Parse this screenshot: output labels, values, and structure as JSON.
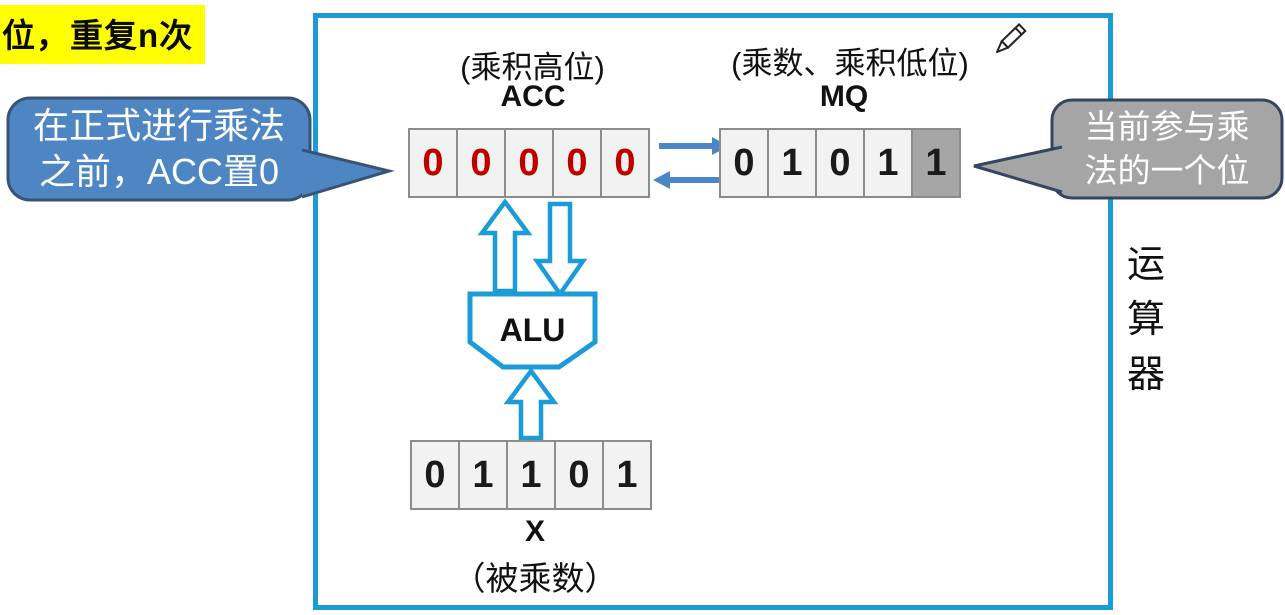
{
  "note": {
    "text": "位，重复n次"
  },
  "left_bubble": {
    "line1": "在正式进行乘法",
    "line2": "之前，ACC置0"
  },
  "right_bubble": {
    "line1": "当前参与乘",
    "line2": "法的一个位"
  },
  "acc": {
    "caption": "(乘积高位)",
    "label": "ACC",
    "cells": [
      "0",
      "0",
      "0",
      "0",
      "0"
    ]
  },
  "mq": {
    "caption": "(乘数、乘积低位)",
    "label": "MQ",
    "cells": [
      "0",
      "1",
      "0",
      "1",
      "1"
    ],
    "highlighted_cell_index": 4
  },
  "alu": {
    "label": "ALU"
  },
  "x_register": {
    "label": "X",
    "caption": "（被乘数）",
    "cells": [
      "0",
      "1",
      "1",
      "0",
      "1"
    ]
  },
  "unit_label": {
    "text": "运算器",
    "chars": [
      "运",
      "算",
      "器"
    ]
  },
  "colors": {
    "box_border": "#1B9CD8",
    "block_arrow": "#1B9CD8",
    "thin_arrow": "#4A86C8",
    "bubble_blue_fill": "#4E86C4",
    "bubble_blue_border": "#3A5373",
    "bubble_gray_fill": "#A5A5A5",
    "bubble_gray_border": "#344563",
    "cell_bg": "#F2F2F2",
    "cell_highlight_bg": "#A6A6A6",
    "acc_digit_red": "#C00000",
    "note_highlight": "#FFFF00"
  }
}
